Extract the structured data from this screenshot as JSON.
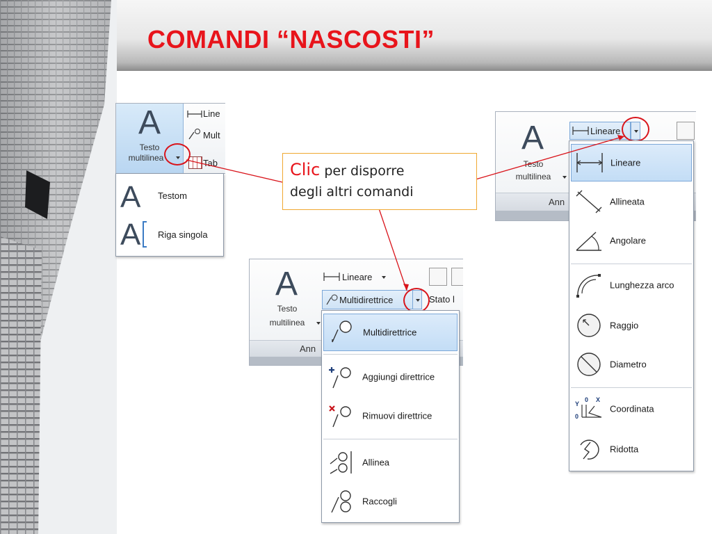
{
  "slide": {
    "title": "COMANDI “NASCOSTI”"
  },
  "callout": {
    "clic": "Clic",
    "line1_rest": "per disporre",
    "line2": "degli altri comandi"
  },
  "panel_left": {
    "big_letter": "A",
    "button_line1": "Testo",
    "button_line2": "multilinea",
    "side_items": [
      "Line",
      "Mult",
      "Tab"
    ],
    "menu": [
      {
        "label": "Testom",
        "icon": "text-a-icon"
      },
      {
        "label": "Riga singola",
        "icon": "single-line-text-icon"
      }
    ]
  },
  "panel_middle": {
    "big_letter": "A",
    "button_line1": "Testo",
    "button_line2": "multilinea",
    "dim_label": "Lineare",
    "leader_label": "Multidirettrice",
    "state_label": "Stato l",
    "panel_label": "Ann",
    "menu": [
      {
        "label": "Multidirettrice",
        "icon": "multileader-icon",
        "selected": true
      },
      {
        "label": "Aggiungi direttrice",
        "icon": "add-leader-icon"
      },
      {
        "label": "Rimuovi direttrice",
        "icon": "remove-leader-icon"
      },
      {
        "label": "Allinea",
        "icon": "align-leaders-icon"
      },
      {
        "label": "Raccogli",
        "icon": "collect-leaders-icon"
      }
    ]
  },
  "panel_right": {
    "big_letter": "A",
    "button_line1": "Testo",
    "button_line2": "multilinea",
    "dim_label": "Lineare",
    "panel_label": "Ann",
    "menu": [
      {
        "label": "Lineare",
        "icon": "linear-dimension-icon",
        "selected": true
      },
      {
        "label": "Allineata",
        "icon": "aligned-dimension-icon"
      },
      {
        "label": "Angolare",
        "icon": "angular-dimension-icon"
      },
      {
        "label": "Lunghezza arco",
        "icon": "arc-length-icon"
      },
      {
        "label": "Raggio",
        "icon": "radius-icon"
      },
      {
        "label": "Diametro",
        "icon": "diameter-icon"
      },
      {
        "label": "Coordinata",
        "icon": "ordinate-icon"
      },
      {
        "label": "Ridotta",
        "icon": "jogged-icon"
      }
    ]
  },
  "colors": {
    "title": "#e8141b",
    "highlight": "#d9141b",
    "callout_border": "#f0a830",
    "selection": "#c3ddf6"
  }
}
